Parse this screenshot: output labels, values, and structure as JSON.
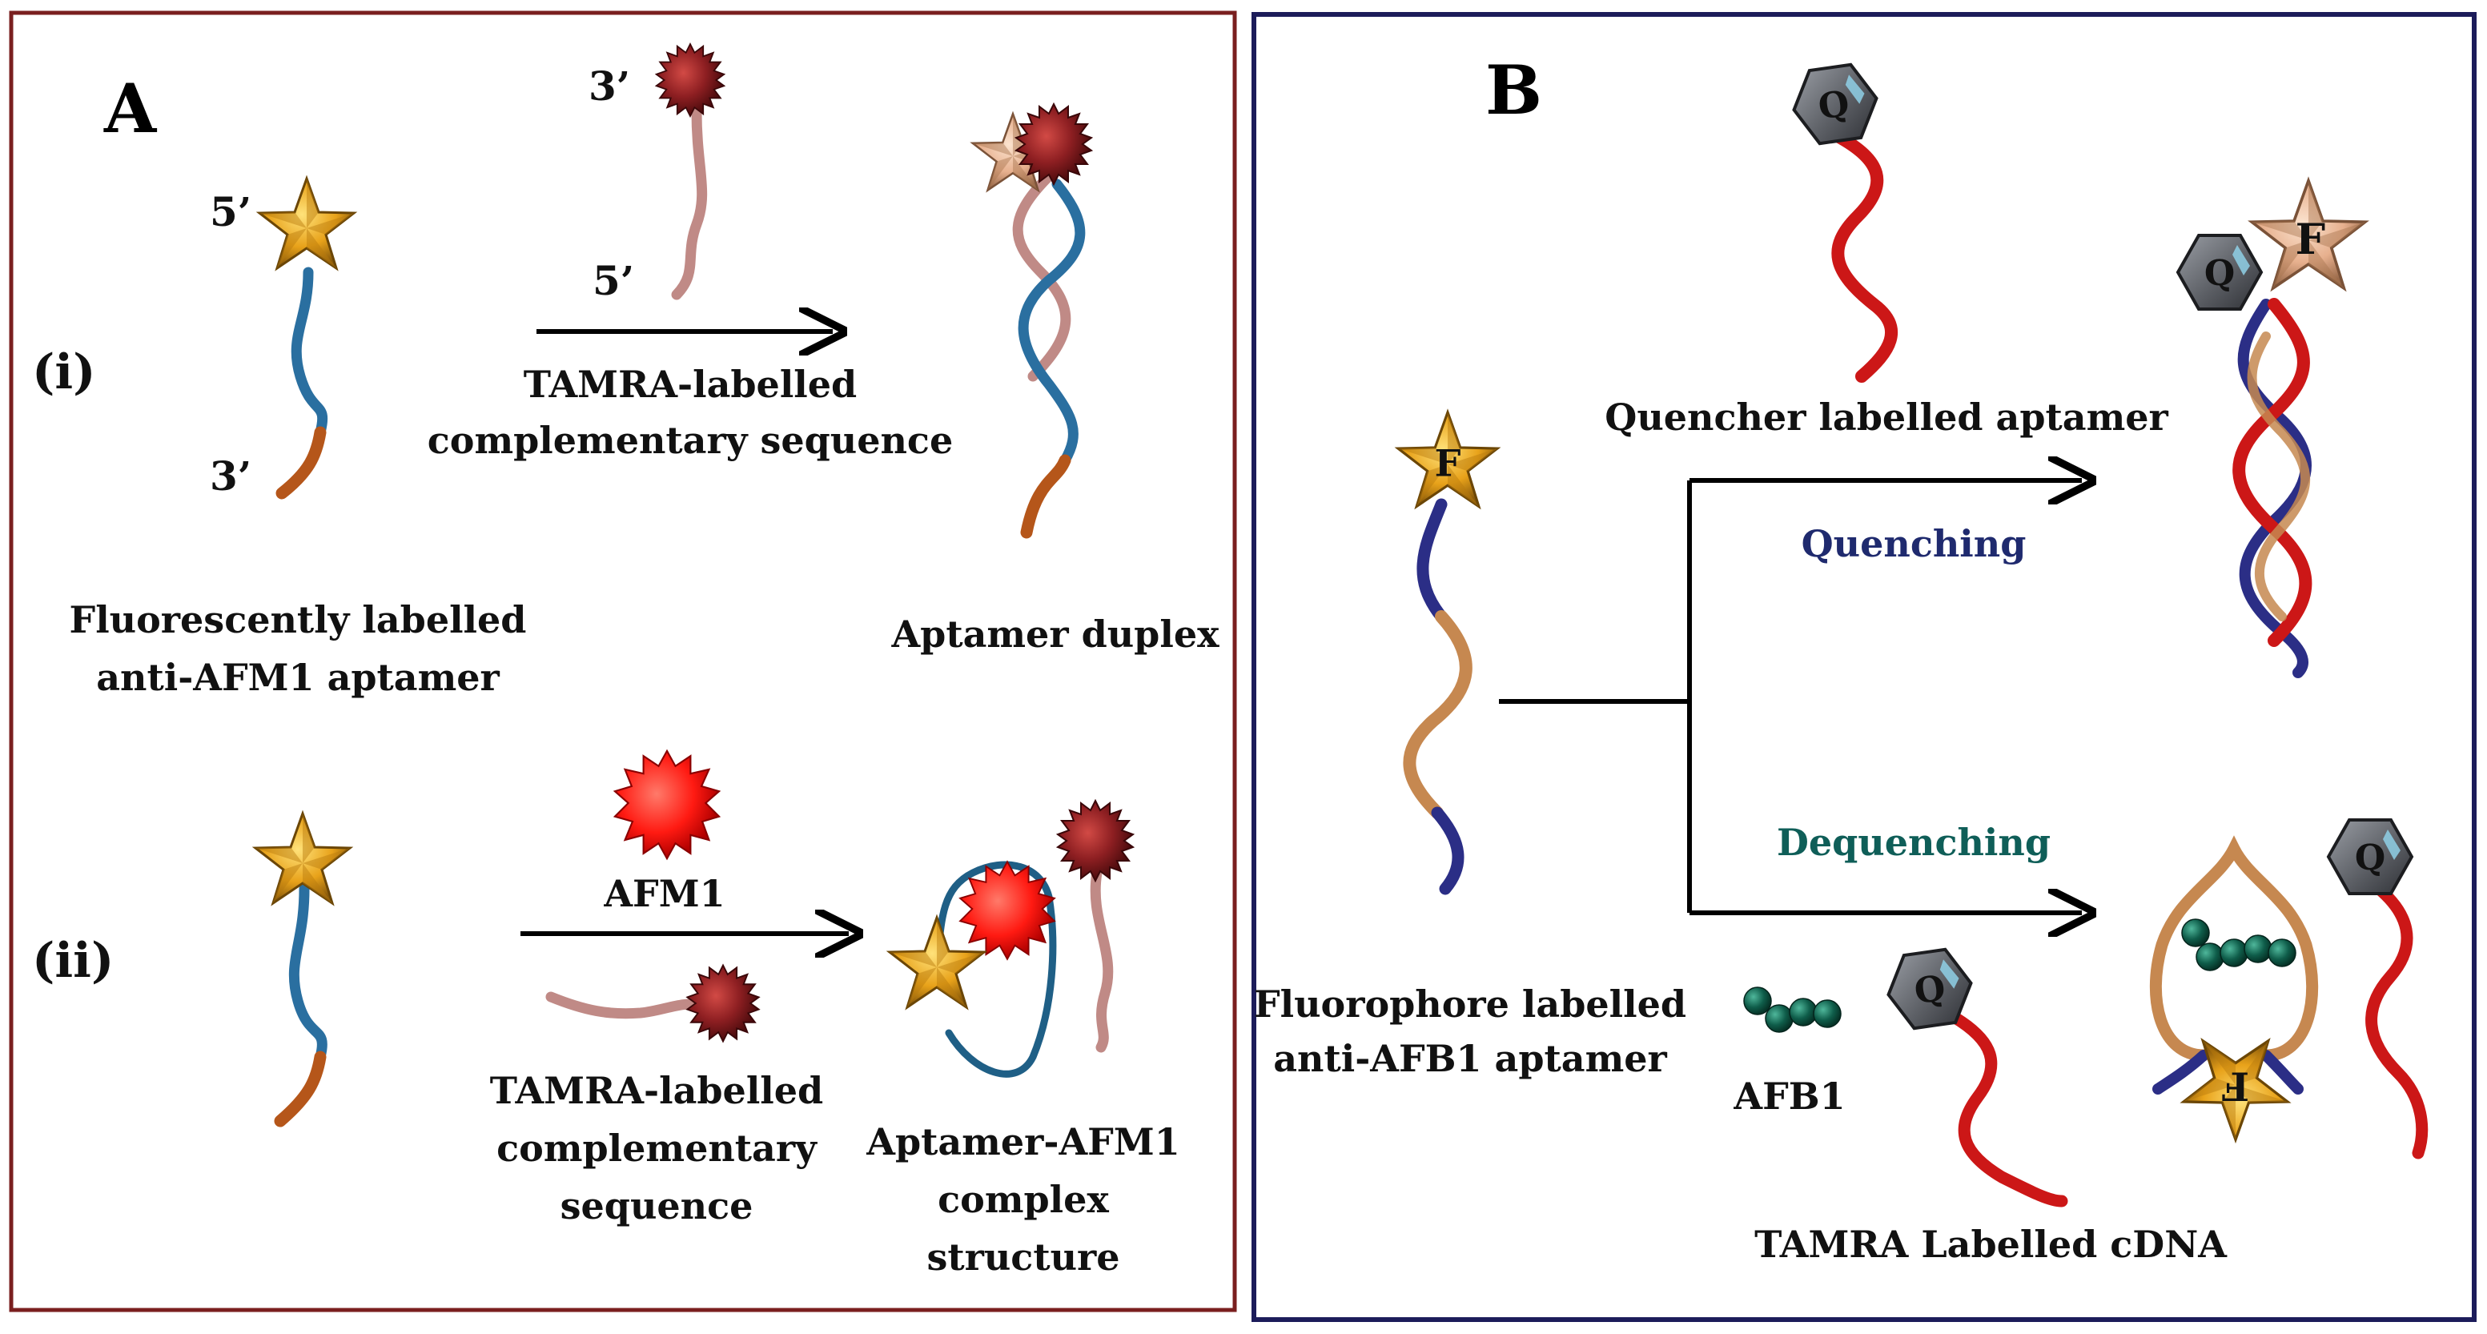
{
  "panel_a": {
    "letter": "A",
    "row_i": "(i)",
    "row_ii": "(ii)",
    "prime_5_left": "5’",
    "prime_3_left": "3’",
    "prime_3_top": "3’",
    "prime_5_mid": "5’",
    "caption_fluor_line1": "Fluorescently labelled",
    "caption_fluor_line2": "anti-AFM1 aptamer",
    "arrow_i_line1": "TAMRA-labelled",
    "arrow_i_line2": "complementary sequence",
    "caption_duplex": "Aptamer duplex",
    "label_afm1": "AFM1",
    "arrow_ii_line1": "TAMRA-labelled",
    "arrow_ii_line2": "complementary",
    "arrow_ii_line3": "sequence",
    "caption_complex_line1": "Aptamer-AFM1",
    "caption_complex_line2": "complex",
    "caption_complex_line3": "structure"
  },
  "panel_b": {
    "letter": "B",
    "q_letter": "Q",
    "f_letter": "F",
    "caption_quencher": "Quencher labelled aptamer",
    "label_quenching": "Quenching",
    "label_dequenching": "Dequenching",
    "caption_fluorophore_line1": "Fluorophore labelled",
    "caption_fluorophore_line2": "anti-AFB1 aptamer",
    "label_afb1": "AFB1",
    "caption_cdna": "TAMRA Labelled cDNA"
  },
  "colors": {
    "panel_a_border": "#7a1f1f",
    "panel_b_border": "#1c1c5a",
    "aptamer_blue": "#2a6fa0",
    "aptamer_orange": "#b5561a",
    "tamra_pink": "#c08a86",
    "tamra_red": "#8e1f22",
    "afm1_red": "#e81010",
    "star_gold": "#e8a21a",
    "quencher_gray": "#5d6066",
    "dna_red": "#cc1717",
    "dna_navy": "#2b2e86",
    "dna_tan": "#c68850",
    "afb1_green": "#0f5d4a",
    "quenching_text": "#1f2a6e",
    "dequenching_text": "#0f5e58"
  }
}
